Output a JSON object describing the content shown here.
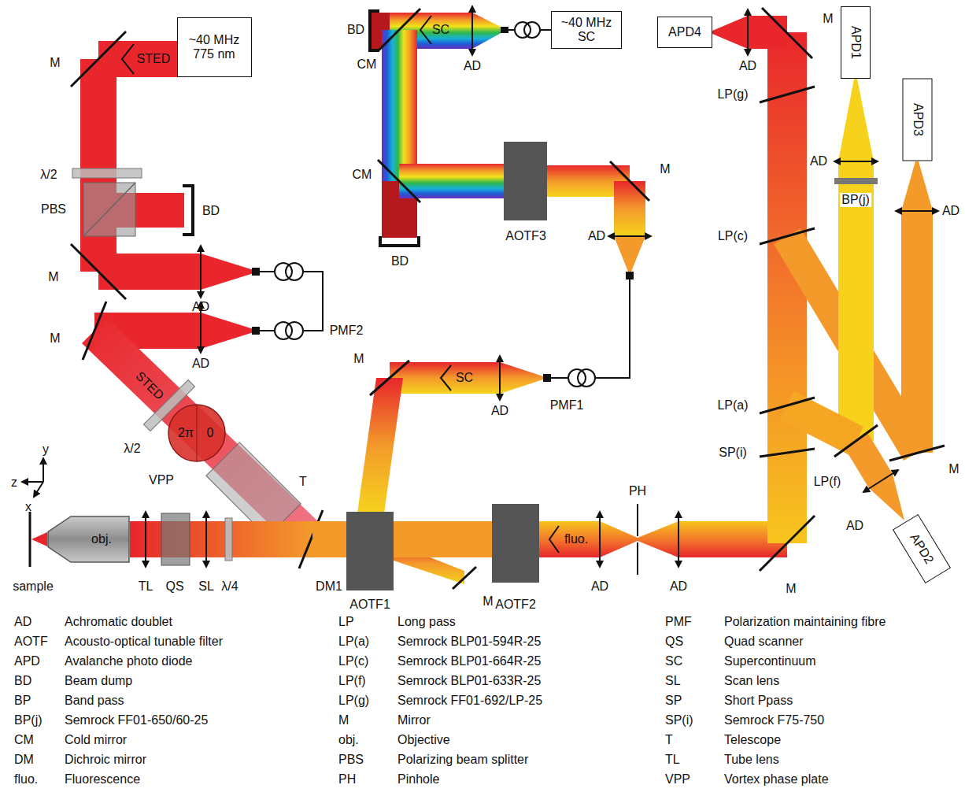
{
  "diagram": {
    "nodes": [
      {
        "text": [
          "~40 MHz",
          "775 nm"
        ]
      },
      {
        "text": [
          "~40 MHz",
          "SC"
        ]
      },
      {
        "text": [
          "APD4"
        ]
      },
      {
        "text": [
          "APD1"
        ]
      },
      {
        "text": [
          "APD3"
        ]
      },
      {
        "text": [
          "APD2"
        ]
      },
      {
        "text": [
          "obj."
        ]
      }
    ],
    "labels": [
      "STED",
      "M",
      "λ/2",
      "PBS",
      "BD",
      "M",
      "AD",
      "PMF2",
      "AD",
      "M",
      "STED",
      "λ/2",
      "2π",
      "0",
      "VPP",
      "T",
      "DM1",
      "sample",
      "TL",
      "QS",
      "SL",
      "λ/4",
      "z",
      "y",
      "x",
      "BD",
      "CM",
      "SC",
      "AD",
      "CM",
      "BD",
      "AOTF3",
      "M",
      "AD",
      "PMF1",
      "AD",
      "SC",
      "M",
      "AOTF1",
      "M",
      "AOTF2",
      "fluo.",
      "AD",
      "PH",
      "AD",
      "M",
      "AD",
      "M",
      "LP(g)",
      "AD",
      "BP(j)",
      "AD",
      "LP(c)",
      "LP(a)",
      "SP(i)",
      "LP(f)",
      "M",
      "AD",
      "AD",
      "Achromatic doublet",
      "AOTF",
      "Acousto-optical tunable filter",
      "APD",
      "Avalanche photo diode",
      "BD",
      "Beam dump",
      "BP",
      "Band pass",
      "BP(j)",
      "Semrock FF01-650/60-25",
      "CM",
      "Cold mirror",
      "DM",
      "Dichroic mirror",
      "fluo.",
      "Fluorescence",
      "LP",
      "Long pass",
      "LP(a)",
      "Semrock BLP01-594R-25",
      "LP(c)",
      "Semrock BLP01-664R-25",
      "LP(f)",
      "Semrock BLP01-633R-25",
      "LP(g)",
      "Semrock FF01-692/LP-25",
      "M",
      "Mirror",
      "obj.",
      "Objective",
      "PBS",
      "Polarizing beam splitter",
      "PH",
      "Pinhole",
      "PMF",
      "Polarization maintaining fibre",
      "QS",
      "Quad scanner",
      "SC",
      "Supercontinuum",
      "SL",
      "Scan lens",
      "SP",
      "Short Ppass",
      "SP(i)",
      "Semrock F75-750",
      "T",
      "Telescope",
      "TL",
      "Tube lens",
      "VPP",
      "Vortex phase plate"
    ]
  }
}
